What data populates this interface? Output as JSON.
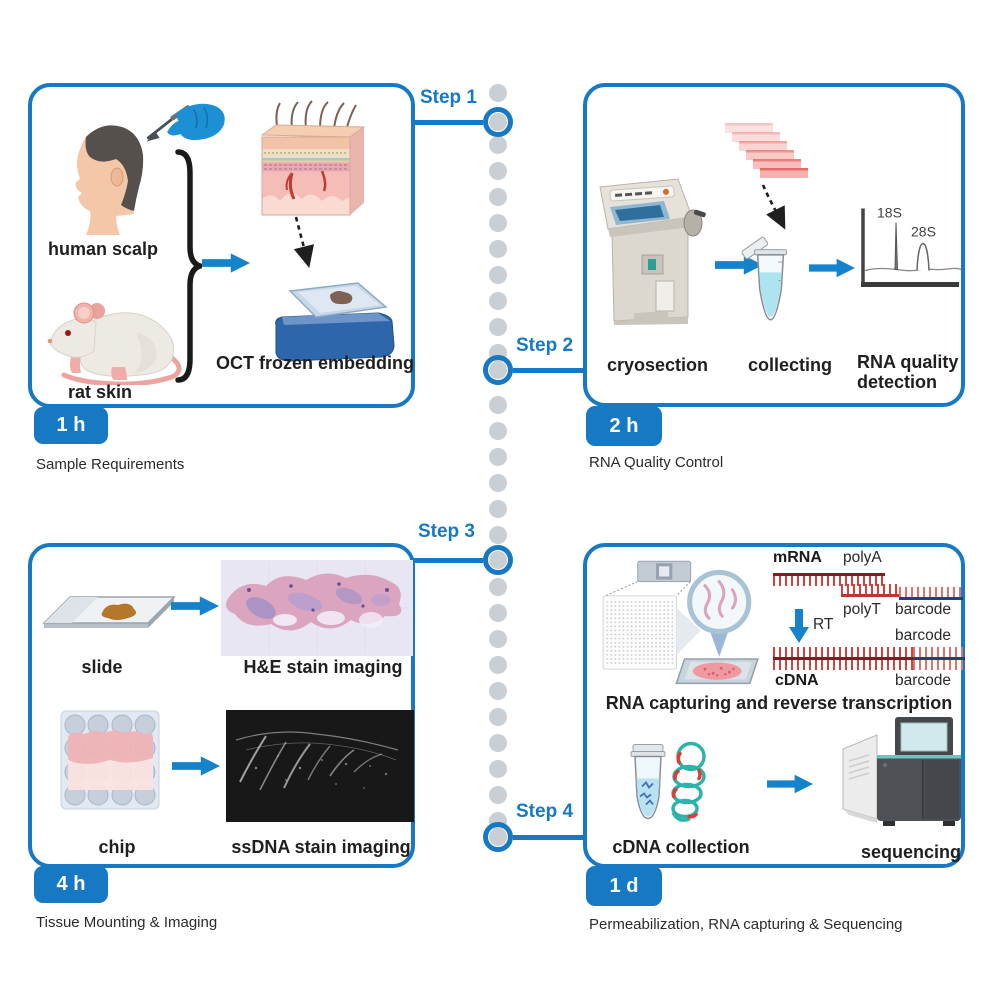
{
  "colors": {
    "accent": "#1779C4",
    "arrow": "#1583CC",
    "timeline_dot": "#C9CFD4"
  },
  "steps": {
    "s1": {
      "label": "Step 1",
      "badge": "1 h",
      "caption": "Sample Requirements",
      "human": "human scalp",
      "rat": "rat skin",
      "oct": "OCT frozen embedding"
    },
    "s2": {
      "label": "Step 2",
      "badge": "2 h",
      "caption": "RNA Quality Control",
      "cryosection": "cryosection",
      "collecting": "collecting",
      "rna_quality": "RNA quality detection",
      "peak_18s": "18S",
      "peak_28s": "28S"
    },
    "s3": {
      "label": "Step 3",
      "badge": "4 h",
      "caption": "Tissue Mounting & Imaging",
      "slide": "slide",
      "he": "H&E stain imaging",
      "chip": "chip",
      "ssdna": "ssDNA stain imaging"
    },
    "s4": {
      "label": "Step 4",
      "badge": "1 d",
      "caption": "Permeabilization, RNA capturing & Sequencing",
      "mrna": "mRNA",
      "polya": "polyA",
      "polyt": "polyT",
      "barcode_top": "barcode",
      "rt": "RT",
      "barcode_mid": "barcode",
      "cdna": "cDNA",
      "barcode_bottom": "barcode",
      "capture_caption": "RNA capturing and reverse transcription",
      "cdna_collection": "cDNA collection",
      "sequencing": "sequencing"
    }
  }
}
